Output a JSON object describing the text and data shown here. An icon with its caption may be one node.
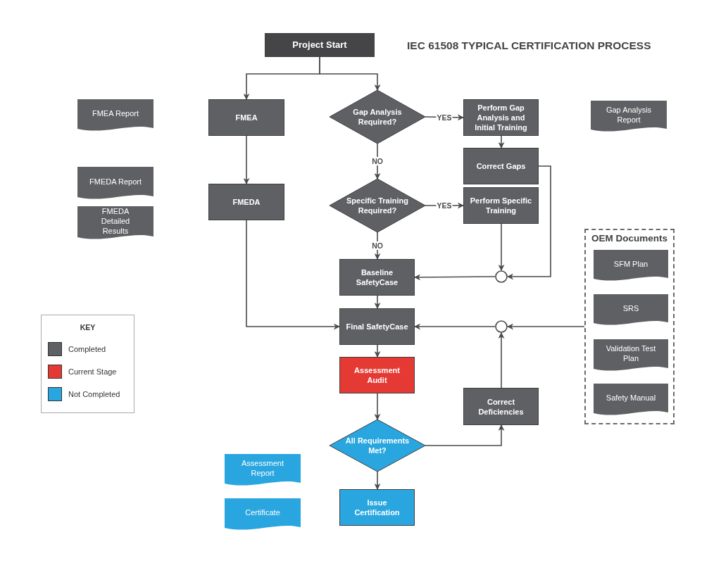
{
  "diagram": {
    "title": "IEC 61508 TYPICAL CERTIFICATION PROCESS",
    "nodes": [
      {
        "text": [
          "Project Start"
        ]
      },
      {
        "text": [
          "FMEA"
        ]
      },
      {
        "text": [
          "Gap Analysis Required?"
        ]
      },
      {
        "text": [
          "Perform Gap Analysis and Initial Training"
        ]
      },
      {
        "text": [
          "Correct Gaps"
        ]
      },
      {
        "text": [
          "FMEDA"
        ]
      },
      {
        "text": [
          "Specific Training Required?"
        ]
      },
      {
        "text": [
          "Perform Specific Training"
        ]
      },
      {
        "text": [],
        "shape": "circle"
      },
      {
        "text": [
          "Baseline SafetyCase"
        ]
      },
      {
        "text": [
          "Final SafetyCase"
        ]
      },
      {
        "text": [],
        "shape": "circle"
      },
      {
        "text": [
          "OEM Documents"
        ]
      },
      {
        "text": [
          "SFM Plan"
        ],
        "in": 12
      },
      {
        "text": [
          "SRS"
        ],
        "in": 12
      },
      {
        "text": [
          "Validation Test Plan"
        ],
        "in": 12
      },
      {
        "text": [
          "Safety Manual"
        ],
        "in": 12
      },
      {
        "text": [
          "Assessment Audit"
        ]
      },
      {
        "text": [
          "Correct Deficiencies"
        ]
      },
      {
        "text": [
          "All Requirements Met?"
        ]
      },
      {
        "text": [
          "Issue Certification"
        ]
      },
      {
        "text": [
          "FMEA Report"
        ]
      },
      {
        "text": [
          "FMEDA Report"
        ]
      },
      {
        "text": [
          "FMEDA Detailed Results"
        ]
      },
      {
        "text": [
          "Gap Analysis Report"
        ]
      },
      {
        "text": [
          "Assessment Report"
        ]
      },
      {
        "text": [
          "Certificate"
        ]
      }
    ],
    "edges": [
      {
        "from": 0,
        "to": 1,
        "arrow": "to"
      },
      {
        "from": 0,
        "to": 2,
        "arrow": "to"
      },
      {
        "from": 1,
        "to": 5,
        "arrow": "to"
      },
      {
        "from": 2,
        "to": 3,
        "arrow": "to",
        "label": "YES"
      },
      {
        "from": 2,
        "to": 6,
        "arrow": "to",
        "label": "NO"
      },
      {
        "from": 3,
        "to": 4,
        "arrow": "to"
      },
      {
        "from": 6,
        "to": 7,
        "arrow": "to",
        "label": "YES"
      },
      {
        "from": 6,
        "to": 9,
        "arrow": "to",
        "label": "NO"
      },
      {
        "from": 4,
        "to": 8,
        "arrow": "to"
      },
      {
        "from": 7,
        "to": 8,
        "arrow": "to"
      },
      {
        "from": 8,
        "to": 9,
        "arrow": "to"
      },
      {
        "from": 9,
        "to": 10,
        "arrow": "to"
      },
      {
        "from": 5,
        "to": 10,
        "arrow": "to"
      },
      {
        "from": 12,
        "to": 11,
        "arrow": "to"
      },
      {
        "from": 11,
        "to": 10,
        "arrow": "to"
      },
      {
        "from": 10,
        "to": 17,
        "arrow": "to"
      },
      {
        "from": 17,
        "to": 19,
        "arrow": "to"
      },
      {
        "from": 19,
        "to": 18,
        "arrow": "to"
      },
      {
        "from": 18,
        "to": 11,
        "arrow": "to"
      },
      {
        "from": 19,
        "to": 20,
        "arrow": "to"
      }
    ],
    "labels": [
      "KEY"
    ],
    "legend": [
      {
        "text": "Completed",
        "color": "#5f6064"
      },
      {
        "text": "Current Stage",
        "color": "#e53a33"
      },
      {
        "text": "Not Completed",
        "color": "#29a6df"
      }
    ]
  }
}
